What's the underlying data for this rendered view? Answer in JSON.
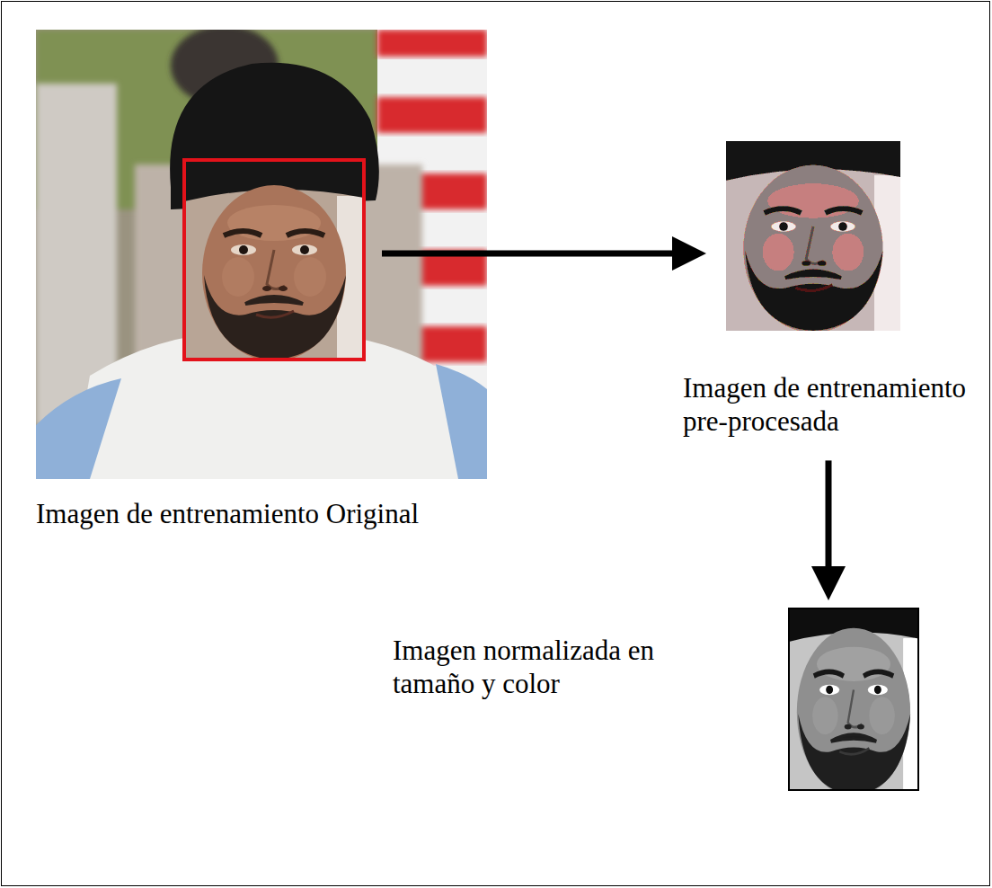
{
  "diagram": {
    "nodes": [
      {
        "text": [
          "Imagen de entrenamiento Original"
        ]
      },
      {
        "text": [
          "Imagen de entrenamiento pre-procesada"
        ]
      },
      {
        "text": [
          "Imagen normalizada en tamaño y color"
        ]
      }
    ],
    "edges": [
      {
        "from": 0,
        "to": 1,
        "arrow": "to"
      },
      {
        "from": 1,
        "to": 2,
        "arrow": "to"
      }
    ]
  }
}
